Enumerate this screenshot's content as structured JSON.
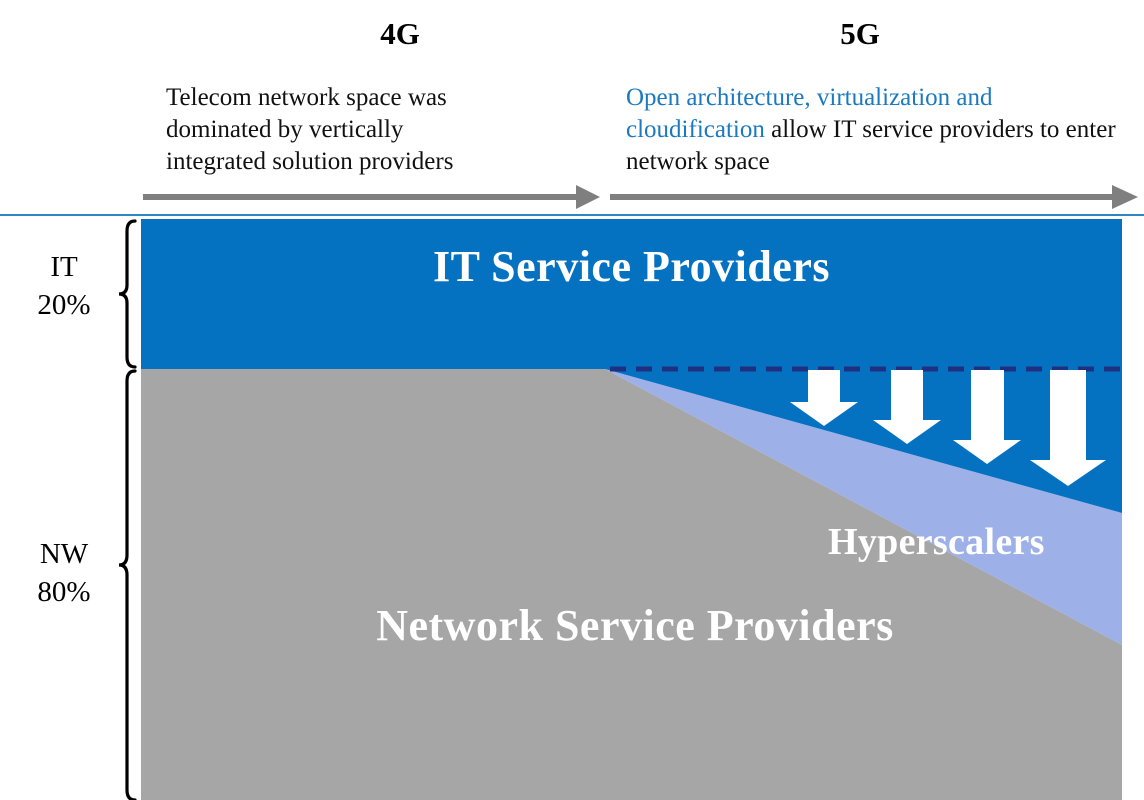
{
  "header": {
    "columns": [
      {
        "generation": "4G",
        "description_plain": "Telecom network space was dominated by vertically integrated solution providers",
        "description_lines": [
          "Telecom network space was",
          "dominated by vertically",
          "integrated solution providers"
        ],
        "highlight": "",
        "arrow": "right-arrow"
      },
      {
        "generation": "5G",
        "description_plain": "Open architecture, virtualization and cloudification allow IT service providers to enter network space",
        "description_highlight": "Open architecture, virtualization and cloudification",
        "description_rest": " allow IT service providers to enter network space",
        "arrow": "right-arrow"
      }
    ]
  },
  "axis": {
    "segments": [
      {
        "name": "IT",
        "percent": "20%",
        "bracket": "curly-brace"
      },
      {
        "name": "NW",
        "percent": "80%",
        "bracket": "curly-brace"
      }
    ]
  },
  "chart_data": {
    "type": "area",
    "title": "Telecom network space share shift from 4G to 5G",
    "xlabel": "",
    "ylabel": "",
    "grid": false,
    "legend": null,
    "x": [
      "4G",
      "5G"
    ],
    "axis_segments": [
      {
        "label": "IT",
        "value": 20,
        "unit": "%"
      },
      {
        "label": "NW",
        "value": 80,
        "unit": "%"
      }
    ],
    "series": [
      {
        "name": "IT Service Providers",
        "color": "#0571c1",
        "values_percent": [
          20,
          20
        ],
        "note": "Constant 20% top band across 4G and 5G"
      },
      {
        "name": "Hyperscalers",
        "color": "#9db0e8",
        "values_percent": [
          0,
          23
        ],
        "note": "Wedge appearing only in the 5G era, growing from 0% at the 4G/5G boundary"
      },
      {
        "name": "Network Service Providers",
        "color": "#a6a6a6",
        "values_percent": [
          80,
          57
        ],
        "note": "Shrinking from 80% in 4G to about 57% at the right edge of 5G"
      }
    ],
    "annotations": [
      {
        "text": "IT Service Providers",
        "kind": "band-label"
      },
      {
        "text": "Hyperscalers",
        "kind": "band-label"
      },
      {
        "text": "Network Service Providers",
        "kind": "band-label"
      },
      {
        "text": "4",
        "kind": "down-arrow-count",
        "meaning": "four white downward arrows indicating IT service providers pushing into network space"
      }
    ]
  },
  "bands": {
    "it_service_providers": "IT Service Providers",
    "hyperscalers": "Hyperscalers",
    "network_service_providers": "Network Service Providers"
  },
  "colors": {
    "it_blue": "#0571c1",
    "hyperscaler_blue": "#9db0e8",
    "network_gray": "#a6a6a6",
    "accent_text_blue": "#1b79bf",
    "dashed_line_navy": "#1f3080",
    "timeline_arrow_gray": "#7f7f7f",
    "rule_blue": "#2e86c1",
    "label_white": "#ffffff"
  }
}
